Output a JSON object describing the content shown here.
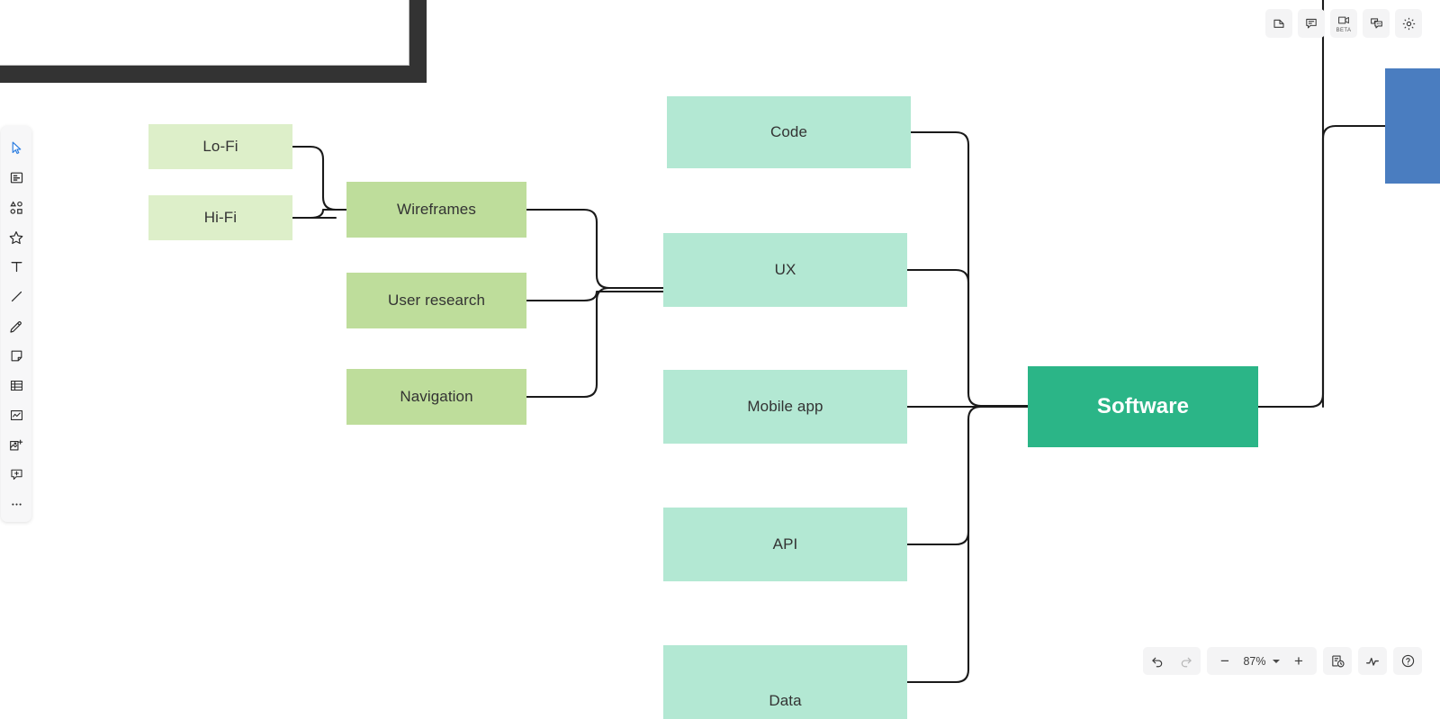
{
  "app": {
    "canvas_background": "#ffffff",
    "edge_color": "#1a1a1a"
  },
  "mindmap": {
    "root": {
      "label": "Software",
      "color": "#2bb587",
      "text_color": "#ffffff"
    },
    "level1": [
      {
        "label": "Code",
        "color": "#b3e8d3"
      },
      {
        "label": "UX",
        "color": "#b3e8d3"
      },
      {
        "label": "Mobile app",
        "color": "#b3e8d3"
      },
      {
        "label": "API",
        "color": "#b3e8d3"
      },
      {
        "label": "Data",
        "color": "#b3e8d3"
      }
    ],
    "level2": [
      {
        "label": "Wireframes",
        "color": "#bedd9b"
      },
      {
        "label": "User research",
        "color": "#bedd9b"
      },
      {
        "label": "Navigation",
        "color": "#bedd9b"
      }
    ],
    "level3": [
      {
        "label": "Lo-Fi",
        "color": "#ddefc9"
      },
      {
        "label": "Hi-Fi",
        "color": "#ddefc9"
      }
    ],
    "offscreen": [
      {
        "label": "",
        "color": "#4a7dc0",
        "note": "partially visible node at right edge"
      }
    ]
  },
  "left_rail": {
    "items": [
      {
        "icon": "cursor-select-icon",
        "active": true
      },
      {
        "icon": "frame-icon",
        "active": false
      },
      {
        "icon": "shapes-icon",
        "active": false
      },
      {
        "icon": "star-icon",
        "active": false
      },
      {
        "icon": "text-icon",
        "active": false
      },
      {
        "icon": "line-icon",
        "active": false
      },
      {
        "icon": "pencil-icon",
        "active": false
      },
      {
        "icon": "sticky-note-icon",
        "active": false
      },
      {
        "icon": "table-icon",
        "active": false
      },
      {
        "icon": "chart-icon",
        "active": false
      },
      {
        "icon": "image-add-icon",
        "active": false
      },
      {
        "icon": "comment-add-icon",
        "active": false
      },
      {
        "icon": "more-icon",
        "active": false
      }
    ]
  },
  "top_toolbar": {
    "items": [
      {
        "icon": "pages-icon",
        "label": ""
      },
      {
        "icon": "comment-icon",
        "label": ""
      },
      {
        "icon": "video-icon",
        "label": "BETA"
      },
      {
        "icon": "chat-icon",
        "label": ""
      },
      {
        "icon": "gear-icon",
        "label": ""
      }
    ]
  },
  "bottom_bar": {
    "undo_icon": "undo-icon",
    "redo_icon": "redo-icon",
    "zoom_out": "−",
    "zoom_level": "87%",
    "zoom_in": "+",
    "history_icon": "version-history-icon",
    "activity_icon": "activity-icon",
    "help_icon": "help-icon"
  }
}
